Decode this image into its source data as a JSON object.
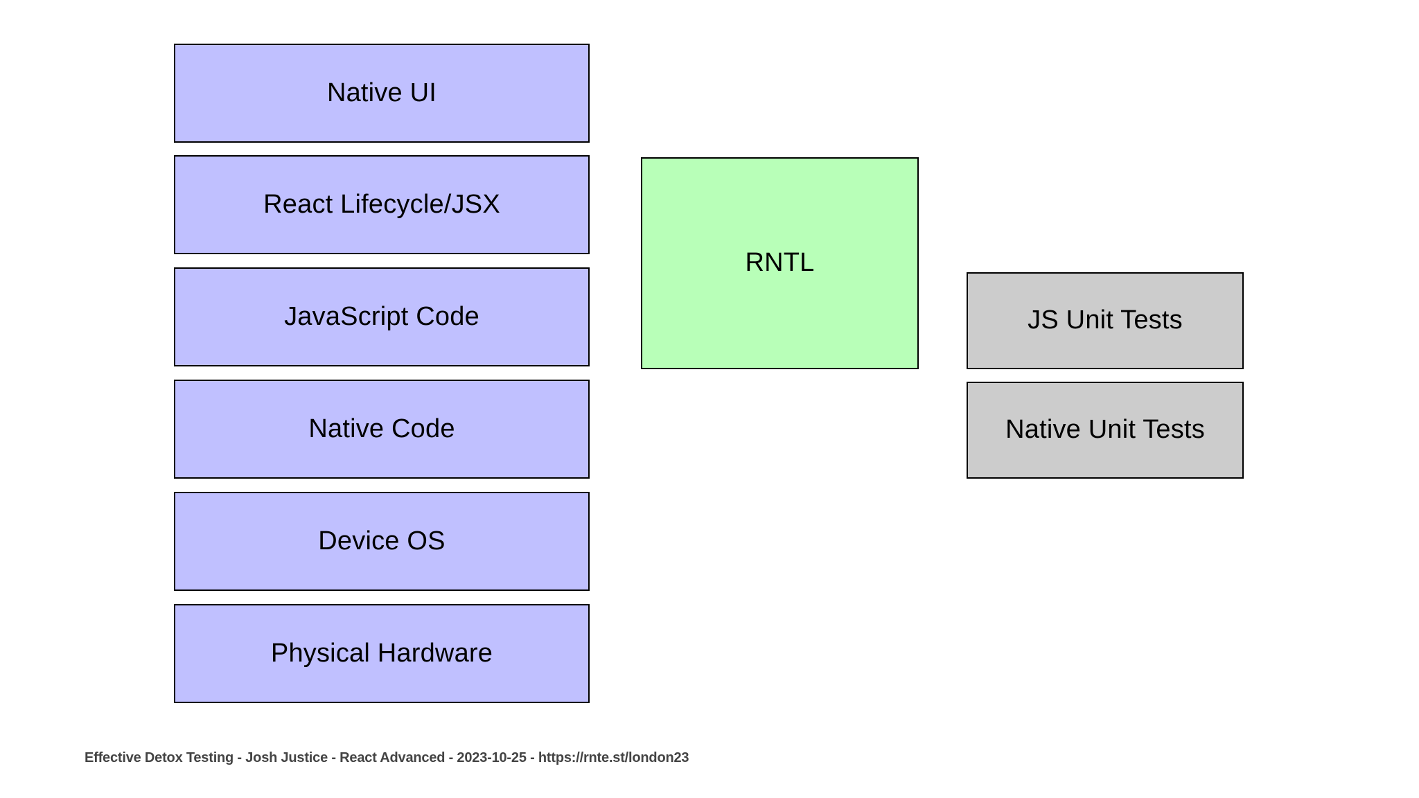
{
  "slide": {
    "background_color": "#ffffff",
    "footer": "Effective Detox Testing - Josh Justice - React Advanced - 2023-10-25 - https://rnte.st/london23"
  },
  "diagram": {
    "type": "layered-block-diagram",
    "colors": {
      "stack_fill": "#c0c0ff",
      "tool_fill": "#b8ffb8",
      "unit_fill": "#cccccc",
      "border": "#000000",
      "text": "#000000",
      "footer_text": "#444444"
    },
    "stack_column": {
      "name": "app-stack",
      "boxes": [
        {
          "label": "Native UI"
        },
        {
          "label": "React Lifecycle/JSX"
        },
        {
          "label": "JavaScript Code"
        },
        {
          "label": "Native Code"
        },
        {
          "label": "Device OS"
        },
        {
          "label": "Physical Hardware"
        }
      ]
    },
    "tool_column": {
      "name": "testing-tool",
      "boxes": [
        {
          "label": "RNTL"
        }
      ]
    },
    "unit_column": {
      "name": "unit-tests",
      "boxes": [
        {
          "label": "JS Unit Tests"
        },
        {
          "label": "Native Unit Tests"
        }
      ]
    }
  }
}
